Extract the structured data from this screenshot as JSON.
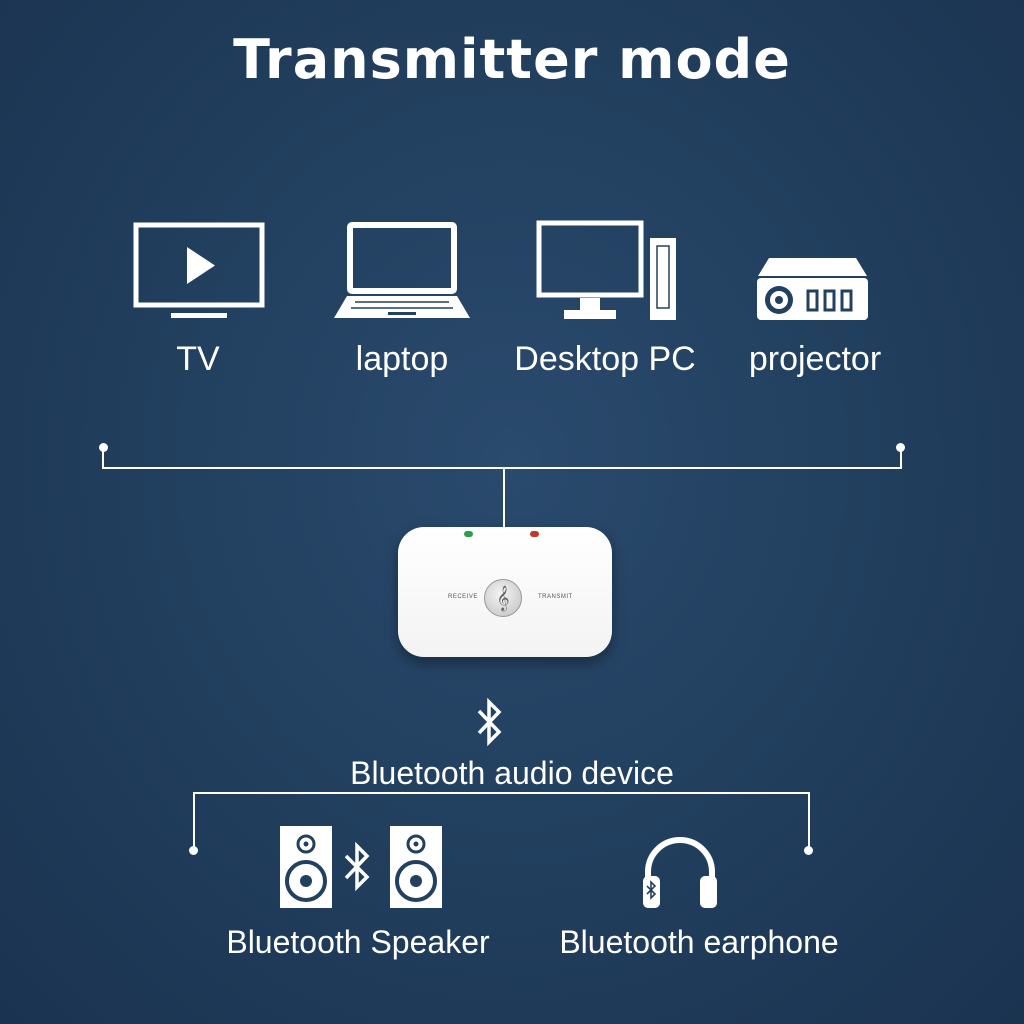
{
  "title": "Transmitter mode",
  "sources": [
    {
      "label": "TV",
      "icon": "tv-icon"
    },
    {
      "label": "laptop",
      "icon": "laptop-icon"
    },
    {
      "label": "Desktop PC",
      "icon": "desktop-pc-icon"
    },
    {
      "label": "projector",
      "icon": "projector-icon"
    }
  ],
  "adapter": {
    "receive_label": "RECEIVE",
    "transmit_label": "TRANSMIT",
    "button_symbol": "𝄞"
  },
  "bluetooth_label": "Bluetooth audio device",
  "outputs": [
    {
      "label": "Bluetooth Speaker",
      "icon": "speaker-icon"
    },
    {
      "label": "Bluetooth earphone",
      "icon": "headphones-icon"
    }
  ],
  "colors": {
    "background": "#22405f",
    "foreground": "#ffffff",
    "jack_green": "#2e9e4a",
    "jack_red": "#c0392b"
  }
}
